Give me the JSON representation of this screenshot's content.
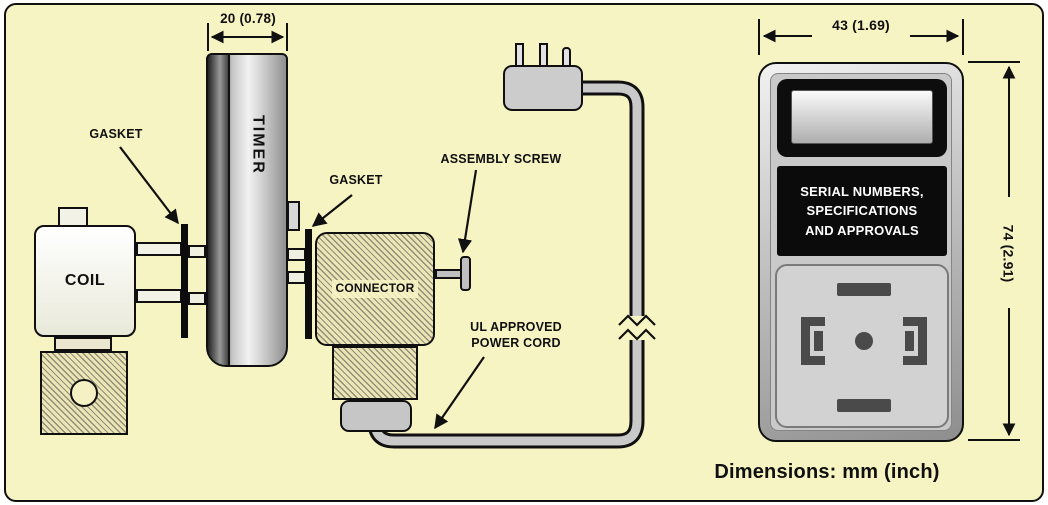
{
  "colors": {
    "page_bg": "#f7f4c4",
    "ink": "#101010",
    "hatch_base": "#ece6b6",
    "cord_gray": "#c9c9c9",
    "nameplate_bg": "#0b0b0b",
    "nameplate_text": "#ffffff"
  },
  "assembly": {
    "coil_label": "COIL",
    "gasket_left_label": "GASKET",
    "gasket_right_label": "GASKET",
    "timer_label": "TIMER",
    "timer_width_dim": "20 (0.78)",
    "connector_label": "CONNECTOR",
    "assembly_screw_label": "ASSEMBLY SCREW",
    "power_cord_label": "UL APPROVED\nPOWER CORD"
  },
  "front_view": {
    "width_dim": "43 (1.69)",
    "height_dim": "74 (2.91)",
    "nameplate_text": "SERIAL NUMBERS,\nSPECIFICATIONS\nAND APPROVALS"
  },
  "footer": {
    "dimensions_note": "Dimensions: mm (inch)"
  }
}
